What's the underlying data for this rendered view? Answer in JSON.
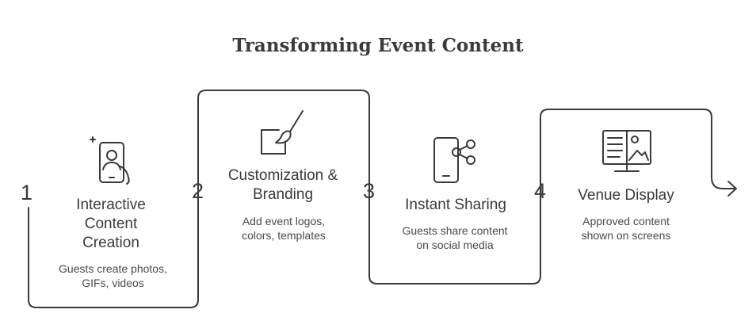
{
  "title": "Transforming Event Content",
  "steps": [
    {
      "number": "1",
      "title": "Interactive Content Creation",
      "desc": "Guests create photos, GIFs, videos",
      "icon": "phone-selfie-icon"
    },
    {
      "number": "2",
      "title": "Customization & Branding",
      "desc": "Add event logos, colors, templates",
      "icon": "paint-brush-icon"
    },
    {
      "number": "3",
      "title": "Instant Sharing",
      "desc": "Guests share content on social media",
      "icon": "phone-share-icon"
    },
    {
      "number": "4",
      "title": "Venue Display",
      "desc": "Approved content shown on screens",
      "icon": "monitor-display-icon"
    }
  ],
  "colors": {
    "ink": "#3a3a3a",
    "background": "#ffffff"
  }
}
